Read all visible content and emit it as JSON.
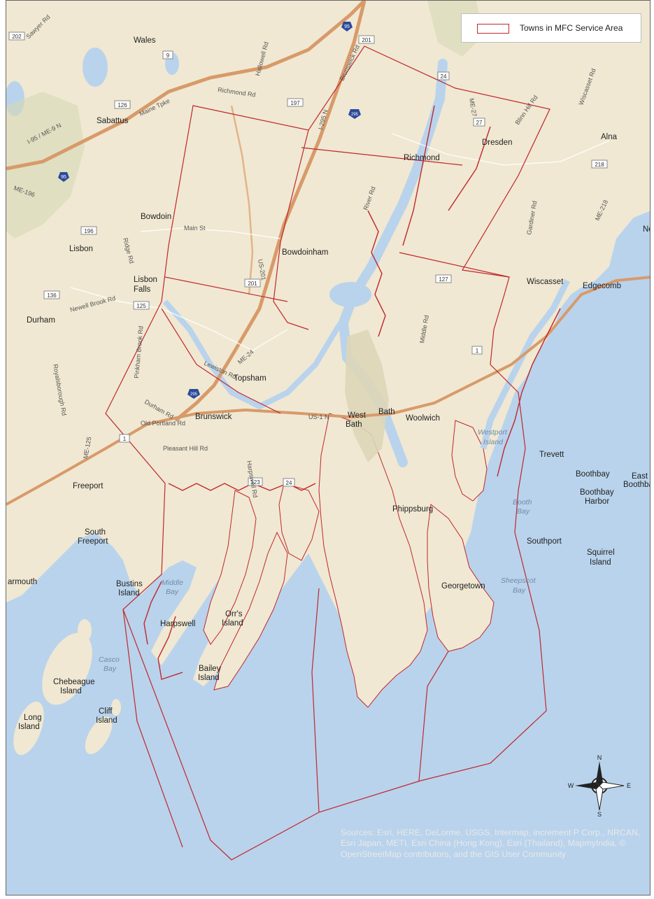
{
  "legend": {
    "label": "Towns in MFC Service Area",
    "outline_color": "#c0272d"
  },
  "attribution": "Sources: Esri, HERE, DeLorme, USGS, Intermap, increment P Corp., NRCAN, Esri Japan, METI, Esri China (Hong Kong), Esri (Thailand), MapmyIndia, © OpenStreetMap contributors, and the GIS User Community",
  "compass": {
    "n": "N",
    "s": "S",
    "e": "E",
    "w": "W"
  },
  "colors": {
    "land": "#f0e8d2",
    "water": "#b9d3ec",
    "highway": "#d89a6a",
    "boundary": "#c0272d"
  },
  "places": {
    "wales": "Wales",
    "sabattus": "Sabattus",
    "bowdoin": "Bowdoin",
    "lisbon": "Lisbon",
    "lisbon_falls_1": "Lisbon",
    "lisbon_falls_2": "Falls",
    "durham": "Durham",
    "bowdoinham": "Bowdoinham",
    "richmond": "Richmond",
    "dresden": "Dresden",
    "alna": "Alna",
    "wiscasset": "Wiscasset",
    "edgecomb": "Edgecomb",
    "ne": "Ne",
    "topsham": "Topsham",
    "brunswick": "Brunswick",
    "west_bath_1": "West",
    "west_bath_2": "Bath",
    "bath": "Bath",
    "woolwich": "Woolwich",
    "trevett": "Trevett",
    "boothbay": "Boothbay",
    "east_boothbay_1": "East",
    "east_boothbay_2": "Boothba",
    "boothbay_harbor_1": "Boothbay",
    "boothbay_harbor_2": "Harbor",
    "freeport": "Freeport",
    "south_freeport_1": "South",
    "south_freeport_2": "Freeport",
    "phippsburg": "Phippsburg",
    "southport": "Southport",
    "squirrel_island_1": "Squirrel",
    "squirrel_island_2": "Island",
    "yarmouth": "armouth",
    "bustins_island_1": "Bustins",
    "bustins_island_2": "Island",
    "harpswell": "Harpswell",
    "orrs_island_1": "Orr's",
    "orrs_island_2": "Island",
    "georgetown": "Georgetown",
    "bailey_island_1": "Bailey",
    "bailey_island_2": "Island",
    "chebeague_island_1": "Chebeague",
    "chebeague_island_2": "Island",
    "cliff_island_1": "Cliff",
    "cliff_island_2": "Island",
    "long_island_1": "Long",
    "long_island_2": "Island"
  },
  "water_names": {
    "middle_bay_1": "Middle",
    "middle_bay_2": "Bay",
    "westport_island_1": "Westport",
    "westport_island_2": "Island",
    "booth_bay_1": "Booth",
    "booth_bay_2": "Bay",
    "sheepscot_bay_1": "Sheepscot",
    "sheepscot_bay_2": "Bay",
    "casco_bay_1": "Casco",
    "casco_bay_2": "Bay"
  },
  "road_labels": {
    "richmond_rd": "Richmond Rd",
    "maine_tpke": "Maine Tpke",
    "i95_label": "I-95 / ME-9 N",
    "main_st": "Main St",
    "us201": "US-201",
    "i295_label": "I-295 N",
    "river_rd": "River Rd",
    "middle_rd": "Middle Rd",
    "us1": "US-1 N",
    "old_portland_rd": "Old Portland Rd",
    "pleasant_hill_rd": "Pleasant Hill Rd",
    "harpswell_rd": "Harpswell Rd",
    "durham_rd": "Durham Rd",
    "lewiston_rd": "Lewiston Rd",
    "brunswick_rd": "Brunswick Rd",
    "me24": "ME-24",
    "me125": "ME-125",
    "gardiner_rd": "Gardiner Rd",
    "blinn_hill_rd": "Blinn Hill Rd",
    "wiscasset_rd": "Wiscasset Rd",
    "sawyer_rd": "Sawyer Rd",
    "hallowell_rd": "Hallowell Rd",
    "ridge_rd": "Ridge Rd",
    "pinkham_brook_rd": "Pinkham Brook Rd",
    "royalsborough_rd": "Royalsborough Rd",
    "me196": "ME-196",
    "newell_brook_rd": "Newell Brook Rd",
    "me218": "ME-218",
    "me27": "ME-27"
  },
  "shields": {
    "i95_north": "95",
    "i95_west": "95",
    "i295_north": "295",
    "i295_south": "295",
    "r202": "202",
    "r9": "9",
    "r126": "126",
    "r197": "197",
    "r201_top": "201",
    "r24": "24",
    "r27": "27",
    "r218": "218",
    "r196": "196",
    "r201": "201",
    "r136": "136",
    "r125": "125",
    "r127": "127",
    "r1_east": "1",
    "r1_west": "1",
    "r123": "123",
    "r24b": "24"
  }
}
